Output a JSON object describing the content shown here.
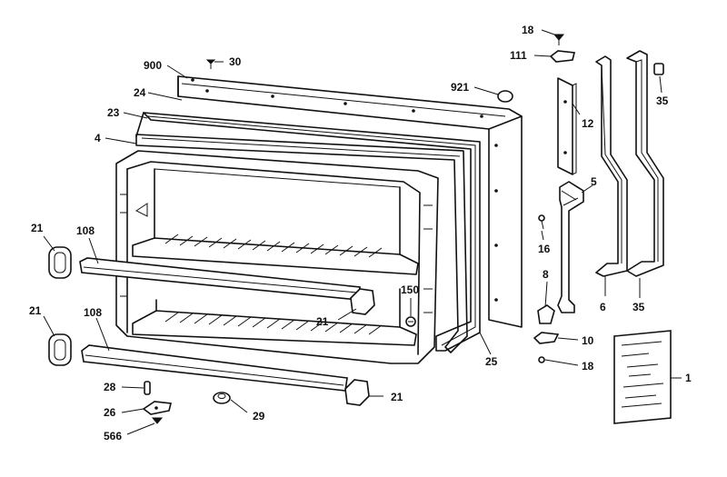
{
  "labels": {
    "p18_top": "18",
    "p900": "900",
    "p30": "30",
    "p111": "111",
    "p35_top": "35",
    "p921": "921",
    "p24": "24",
    "p23": "23",
    "p12": "12",
    "p4": "4",
    "p5": "5",
    "p21_ul": "21",
    "p108_top": "108",
    "p16": "16",
    "p8": "8",
    "p150": "150",
    "p21_cl": "21",
    "p21_ml": "21",
    "p6": "6",
    "p35_bot": "35",
    "p108_bot": "108",
    "p10": "10",
    "p25": "25",
    "p18_bot": "18",
    "p1": "1",
    "p28": "28",
    "p21_br": "21",
    "p26": "26",
    "p29": "29",
    "p566": "566"
  }
}
